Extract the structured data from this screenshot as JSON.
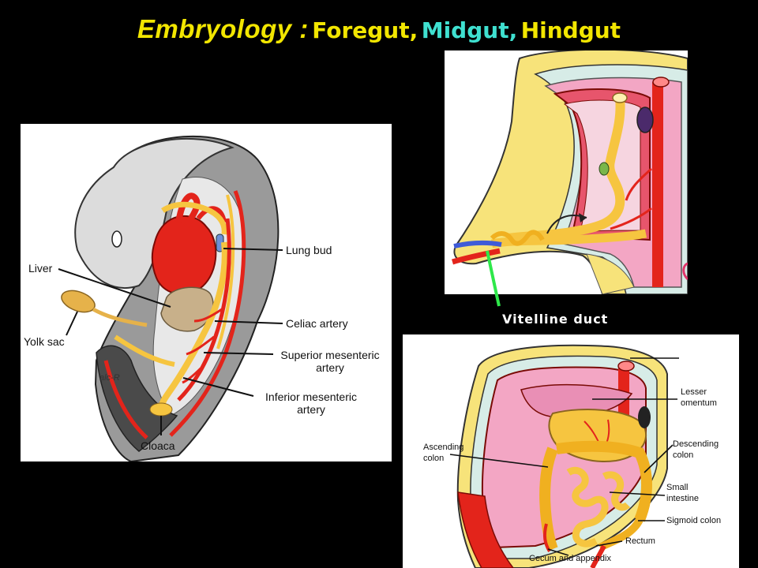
{
  "title": {
    "main": "Embryology :",
    "parts": [
      {
        "text": "Foregut,",
        "color": "#f2e600"
      },
      {
        "text": "Midgut,",
        "color": "#3fe0d0"
      },
      {
        "text": "Hindgut",
        "color": "#f2e600"
      }
    ]
  },
  "left_panel": {
    "labels": {
      "lung_bud": "Lung bud",
      "liver": "Liver",
      "yolk_sac": "Yolk sac",
      "celiac": "Celiac artery",
      "sup_mes_1": "Superior mesenteric",
      "sup_mes_2": "artery",
      "inf_mes_1": "Inferior mesenteric",
      "inf_mes_2": "artery",
      "cloaca": "Cloaca",
      "signature": "alc-R"
    }
  },
  "top_panel": {
    "callout": "Vitelline duct",
    "callout_color": "#2ee84a"
  },
  "bottom_panel": {
    "labels": {
      "lesser_1": "Lesser",
      "lesser_2": "omentum",
      "ascending_1": "Ascending",
      "ascending_2": "colon",
      "descending_1": "Descending",
      "descending_2": "colon",
      "small_1": "Small",
      "small_2": "intestine",
      "sigmoid": "Sigmoid colon",
      "rectum": "Rectum",
      "cecum": "Cecum and appendix"
    }
  },
  "colors": {
    "background": "#000000",
    "tissue_pink": "#f3a6c4",
    "artery_red": "#e3241b",
    "gut_yellow": "#f6c540",
    "body_gray": "#8d8d8d",
    "skin_yellow": "#f7e37a"
  }
}
